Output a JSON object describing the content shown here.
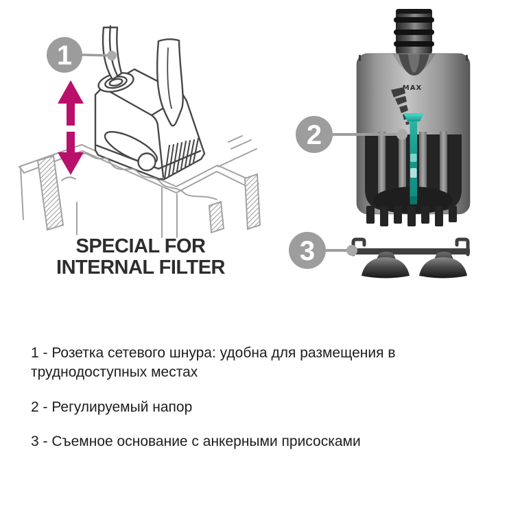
{
  "title_caption": {
    "line1": "SPECIAL FOR",
    "line2": "INTERNAL FILTER"
  },
  "callouts": {
    "one": "1",
    "two": "2",
    "three": "3"
  },
  "pump": {
    "max_label": "MAX"
  },
  "legend": {
    "item1_line1": "1 - Розетка сетевого шнура: удобна для размещения в",
    "item1_line2": "труднодоступных местах",
    "item2": "2 - Регулируемый напор",
    "item3": "3 - Съемное основание с анкерными присосками"
  },
  "colors": {
    "accent_magenta": "#b8106b",
    "teal_slider": "#1fae9e",
    "callout_gray": "#9c9c9c",
    "line_art": "#474747",
    "frame_gray": "#a2a2a2"
  }
}
